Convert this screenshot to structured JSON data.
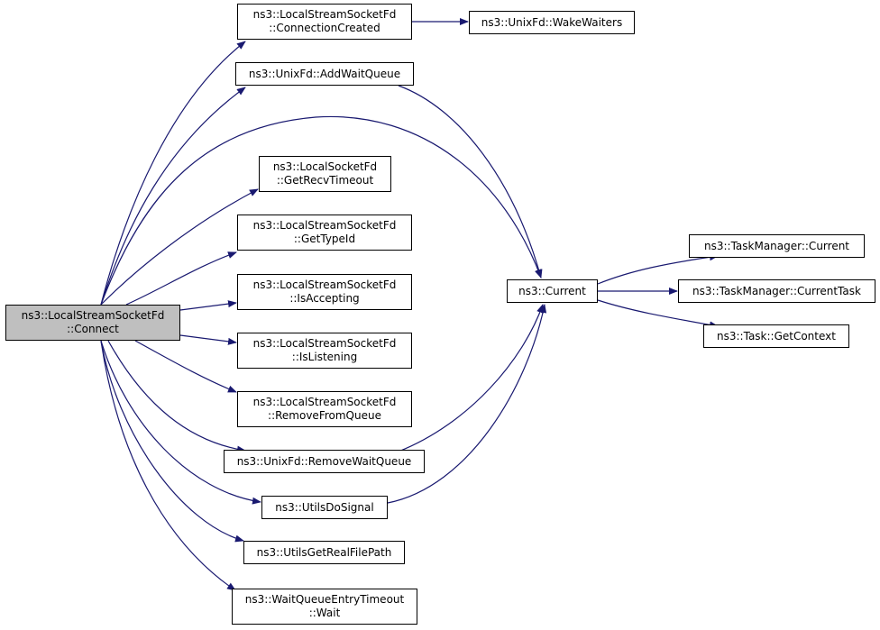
{
  "colors": {
    "edge": "#191970",
    "node_border": "#000000",
    "node_fill": "#ffffff",
    "root_fill": "#bfbfbf"
  },
  "nodes": {
    "root": {
      "line1": "ns3::LocalStreamSocketFd",
      "line2": "::Connect"
    },
    "connection_created": {
      "line1": "ns3::LocalStreamSocketFd",
      "line2": "::ConnectionCreated"
    },
    "wake_waiters": {
      "line1": "ns3::UnixFd::WakeWaiters"
    },
    "add_wait_queue": {
      "line1": "ns3::UnixFd::AddWaitQueue"
    },
    "get_recv_timeout": {
      "line1": "ns3::LocalSocketFd",
      "line2": "::GetRecvTimeout"
    },
    "get_type_id": {
      "line1": "ns3::LocalStreamSocketFd",
      "line2": "::GetTypeId"
    },
    "is_accepting": {
      "line1": "ns3::LocalStreamSocketFd",
      "line2": "::IsAccepting"
    },
    "is_listening": {
      "line1": "ns3::LocalStreamSocketFd",
      "line2": "::IsListening"
    },
    "remove_from_queue": {
      "line1": "ns3::LocalStreamSocketFd",
      "line2": "::RemoveFromQueue"
    },
    "remove_wait_queue": {
      "line1": "ns3::UnixFd::RemoveWaitQueue"
    },
    "utils_do_signal": {
      "line1": "ns3::UtilsDoSignal"
    },
    "utils_get_real_file_path": {
      "line1": "ns3::UtilsGetRealFilePath"
    },
    "wait_queue_entry_timeout_wait": {
      "line1": "ns3::WaitQueueEntryTimeout",
      "line2": "::Wait"
    },
    "current": {
      "line1": "ns3::Current"
    },
    "task_manager_current": {
      "line1": "ns3::TaskManager::Current"
    },
    "task_manager_current_task": {
      "line1": "ns3::TaskManager::CurrentTask"
    },
    "task_get_context": {
      "line1": "ns3::Task::GetContext"
    }
  },
  "edges": [
    [
      "root",
      "connection_created"
    ],
    [
      "root",
      "add_wait_queue"
    ],
    [
      "root",
      "current"
    ],
    [
      "root",
      "get_recv_timeout"
    ],
    [
      "root",
      "get_type_id"
    ],
    [
      "root",
      "is_accepting"
    ],
    [
      "root",
      "is_listening"
    ],
    [
      "root",
      "remove_from_queue"
    ],
    [
      "root",
      "remove_wait_queue"
    ],
    [
      "root",
      "utils_do_signal"
    ],
    [
      "root",
      "utils_get_real_file_path"
    ],
    [
      "root",
      "wait_queue_entry_timeout_wait"
    ],
    [
      "connection_created",
      "wake_waiters"
    ],
    [
      "add_wait_queue",
      "current"
    ],
    [
      "remove_wait_queue",
      "current"
    ],
    [
      "utils_do_signal",
      "current"
    ],
    [
      "current",
      "task_manager_current"
    ],
    [
      "current",
      "task_manager_current_task"
    ],
    [
      "current",
      "task_get_context"
    ]
  ]
}
